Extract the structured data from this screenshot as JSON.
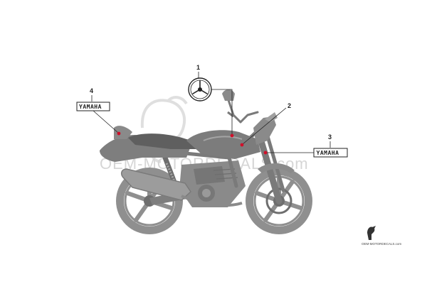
{
  "callouts": [
    {
      "num": "1"
    },
    {
      "num": "2"
    },
    {
      "num": "3"
    },
    {
      "num": "4"
    }
  ],
  "decals": {
    "left": "YAMAHA",
    "right": "YAMAHA"
  },
  "watermark": {
    "brand": "OEM-MOTORDECALS.com"
  },
  "footer": {
    "brand": "OEM-MOTORDECALS.com"
  },
  "colors": {
    "body": "#8f8f8f",
    "body_dark": "#6e6e6e",
    "line": "#222222",
    "marker": "#d0102a",
    "watermark": "#d2d2d2"
  }
}
